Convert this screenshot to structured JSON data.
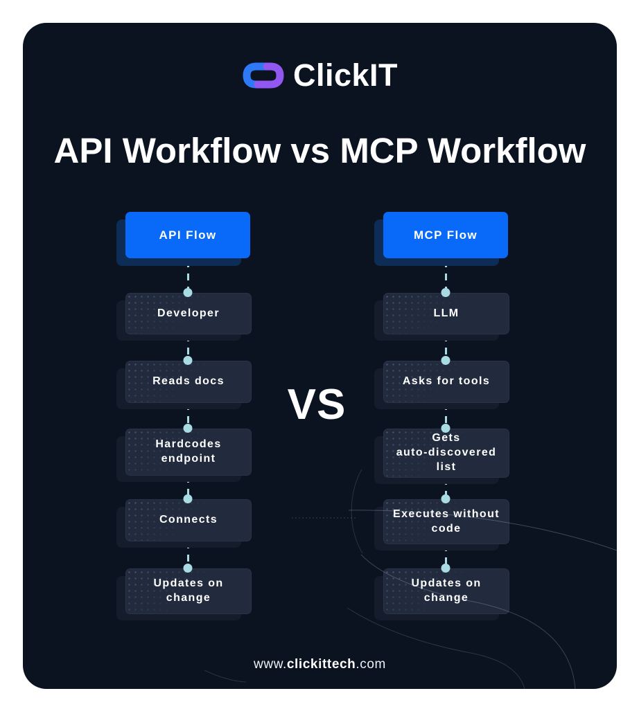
{
  "logo": {
    "text": "ClickIT",
    "icon": "interlocked-chain-links",
    "icon_colors": {
      "blue": "#2e79f6",
      "purple": "#9257f0"
    }
  },
  "title": "API Workflow vs MCP Workflow",
  "vs_label": "VS",
  "colors": {
    "card_background": "#0b1220",
    "header_blue": "#0969f8",
    "header_shadow": "#0e2d56",
    "item_background": "#222b3d",
    "item_shadow": "#151c2c",
    "connector": "#a8dbe4",
    "text": "#ffffff"
  },
  "columns": [
    {
      "header": "API Flow",
      "steps": [
        "Developer",
        "Reads docs",
        "Hardcodes\nendpoint",
        "Connects",
        "Updates on\nchange"
      ]
    },
    {
      "header": "MCP Flow",
      "steps": [
        "LLM",
        "Asks for tools",
        "Gets\nauto-discovered\nlist",
        "Executes without\ncode",
        "Updates on\nchange"
      ]
    }
  ],
  "footer": {
    "prefix": "www.",
    "brand": "clickittech",
    "suffix": ".com"
  }
}
